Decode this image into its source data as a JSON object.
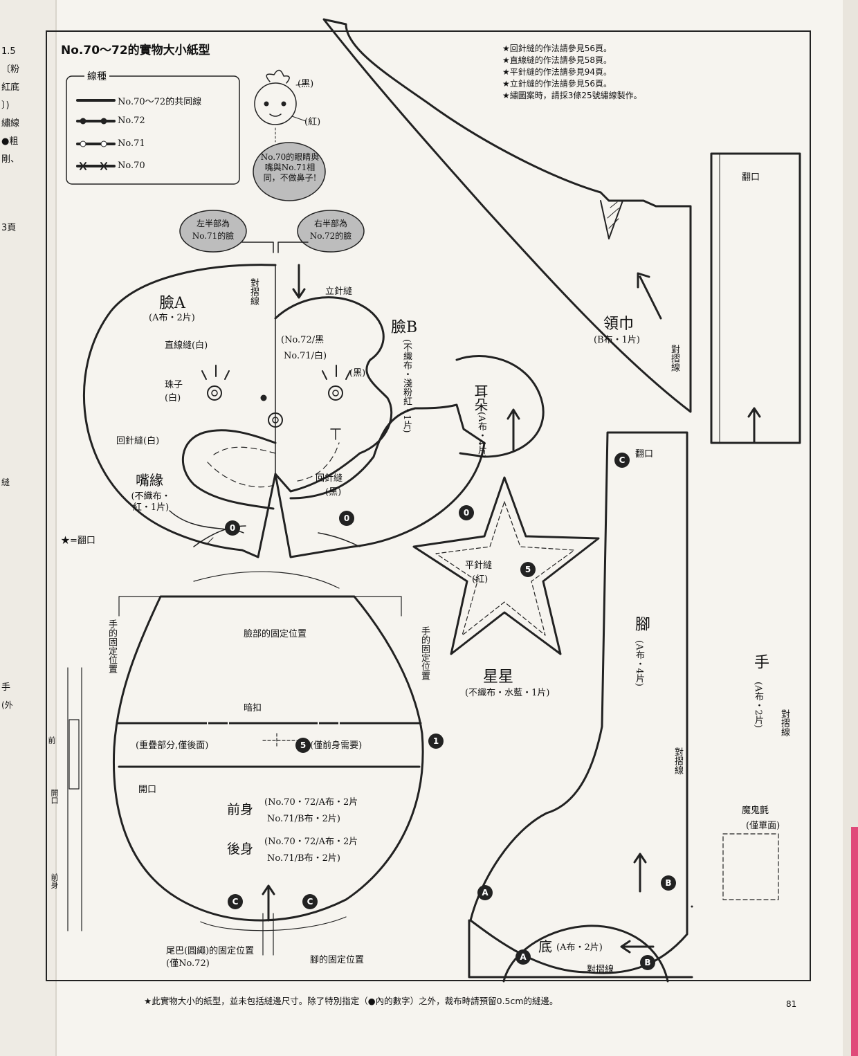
{
  "title": "No.70～72的實物大小紙型",
  "notes": [
    "★回針縫的作法請參見56頁。",
    "★直線縫的作法請參見58頁。",
    "★平針縫的作法請參見94頁。",
    "★立針縫的作法請參見56頁。",
    "★繡圖案時，請採3條25號繡線製作。"
  ],
  "legend": {
    "title": "線種",
    "items": [
      {
        "label": "No.70～72的共同線"
      },
      {
        "label": "No.72"
      },
      {
        "label": "No.71"
      },
      {
        "label": "No.70"
      }
    ]
  },
  "face_icon": {
    "black": "(黑)",
    "red": "(紅)",
    "bubble": "No.70的眼睛與嘴與No.71相同，不做鼻子!"
  },
  "bubbles": {
    "left": "左半部為No.71的臉",
    "right": "右半部為No.72的臉"
  },
  "face": {
    "face_a": "臉A",
    "face_a_sub": "(A布・2片)",
    "fold_line": "對摺線",
    "running_stitch_top": "立針縫",
    "straight_stitch": "直線縫(白)",
    "bead": "珠子(白)",
    "no72_black": "(No.72/黑",
    "no71_white": "No.71/白)",
    "black": "(黑)",
    "back_stitch_white": "回針縫(白)",
    "mouth": "嘴緣",
    "mouth_sub": "(不織布・紅・1片)",
    "back_stitch_black": "回針縫",
    "back_stitch_black2": "(黑)",
    "face_b": "臉B",
    "face_b_sub": "(不織布・淺粉紅・1片)"
  },
  "star_note": "★=翻口",
  "ear": {
    "name": "耳朵",
    "sub": "(A布・4片)"
  },
  "star": {
    "stitch": "平針縫",
    "stitch_color": "(紅)",
    "name": "星星",
    "sub": "(不織布・水藍・1片)"
  },
  "scarf": {
    "name": "領巾",
    "sub": "(B布・1片)",
    "fold": "對摺線"
  },
  "arm": {
    "opening": "翻口",
    "name": "手",
    "sub": "(A布・2片)",
    "fold": "對摺線",
    "velcro": "魔鬼氈",
    "velcro_sub": "(僅單面)"
  },
  "foot": {
    "opening": "翻口",
    "name": "腳",
    "sub": "(A布・4片)",
    "fold": "對摺線"
  },
  "base": {
    "name": "底",
    "sub": "(A布・2片)",
    "fold": "對摺線"
  },
  "body": {
    "face_pos": "臉部的固定位置",
    "hand_pos_l": "手的固定位置",
    "hand_pos_r": "手的固定位置",
    "snap": "暗扣",
    "overlap": "(重疊部分,僅後面)",
    "front_only": "(僅前身需要)",
    "opening": "開口",
    "front": "前身",
    "front_a": "(No.70・72/A布・2片",
    "front_b": "No.71/B布・2片)",
    "back": "後身",
    "back_a": "(No.70・72/A布・2片",
    "back_b": "No.71/B布・2片)",
    "tail_pos": "尾巴(圓繩)的固定位置(僅No.72)",
    "foot_pos": "腳的固定位置"
  },
  "circled": {
    "zero": "0",
    "five": "5",
    "one": "1",
    "a": "A",
    "b": "B",
    "c": "C"
  },
  "side_left": [
    "1.5",
    "〔粉",
    "紅底",
    "〕)",
    "繡線",
    "●粗",
    "剛、",
    "3頁",
    "縫",
    "手",
    "(外",
    "前",
    "開口",
    "前身"
  ],
  "footer": "★此實物大小的紙型，並未包括縫邊尺寸。除了特別指定（●內的數字）之外，裁布時請預留0.5cm的縫邊。",
  "page_number": "81"
}
